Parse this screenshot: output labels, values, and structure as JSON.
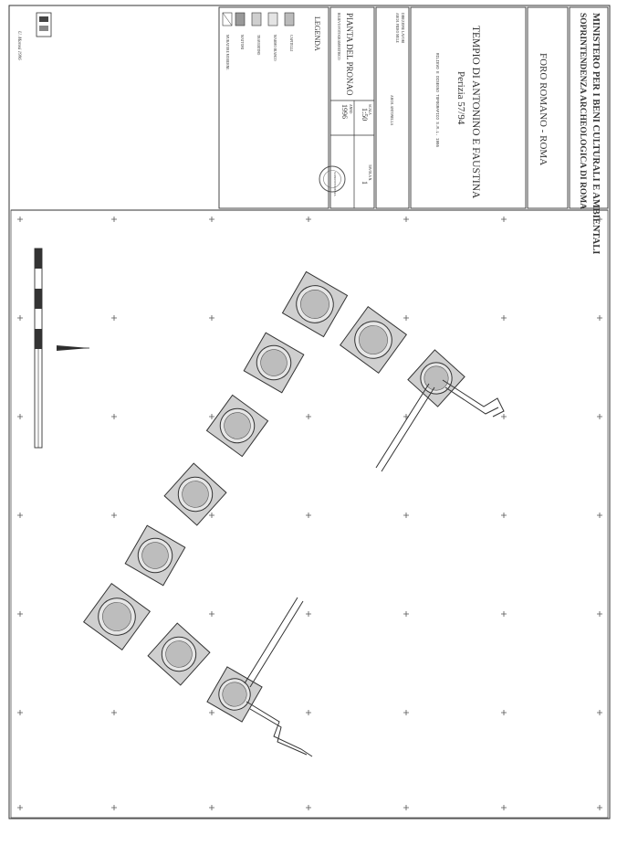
{
  "titleblock": {
    "ministry_line1": "MINISTERO PER I BENI CULTURALI E AMBIENTALI",
    "ministry_line2": "SOPRINTENDENZA ARCHEOLOGICA DI ROMA",
    "site": "FORO ROMANO - ROMA",
    "monument": "TEMPIO DI ANTONINO E FAUSTINA",
    "perizia": "Perizia 57/94",
    "rilievo_note": "RILIEVO E DISEGNO TOPOGRAFICO S.R.L. 1995",
    "drawing_title": "PIANTA DEL PRONAO",
    "drawing_subtitle": "RILIEVO FOTOGRAMMETRICO",
    "credits_a": "DIREZIONE LAVORI",
    "credits_b": "ARCH. PIERO MELE",
    "credits_c": "ARCH. ANTONELLA",
    "scale_label": "SCALA",
    "scale": "1:50",
    "year_label": "ANNO",
    "year": "1996",
    "sheet_label": "TAVOLA N.",
    "sheet_no": "1"
  },
  "legend": {
    "title": "LEGENDA",
    "items": [
      {
        "label": "CAPITELLI"
      },
      {
        "label": "MARMO BIANCO"
      },
      {
        "label": "TRAVERTINO"
      },
      {
        "label": "MATTONI"
      },
      {
        "label": "MURATURE MODERNE"
      }
    ]
  },
  "stamp_text": "SOPRINTENDENZA",
  "corner_note": "U. Marosi 1996",
  "plan": {
    "north_arrow": "north-arrow-icon",
    "scale_bar": "scale-bar"
  }
}
